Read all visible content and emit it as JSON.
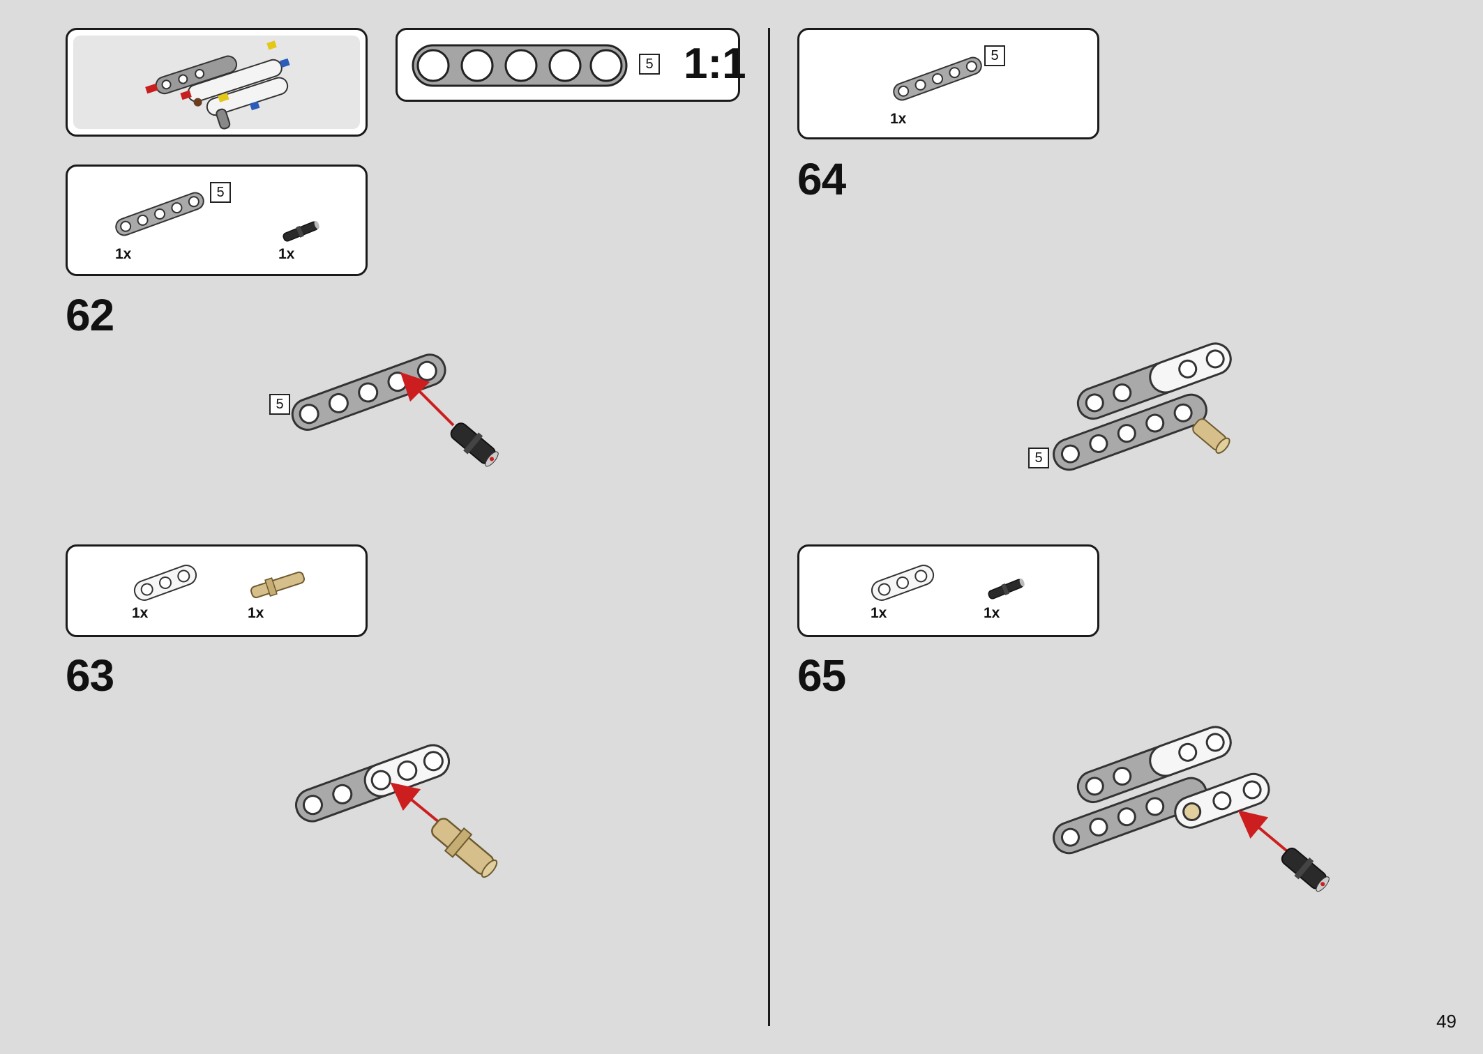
{
  "page_number": "49",
  "scale_label": "1:1",
  "scale_beam_length": "5",
  "steps": [
    {
      "number": "62",
      "parts": [
        {
          "qty": "1x",
          "part": "beam-5",
          "length": "5"
        },
        {
          "qty": "1x",
          "part": "black-pin"
        }
      ],
      "callout_length": "5"
    },
    {
      "number": "63",
      "parts": [
        {
          "qty": "1x",
          "part": "white-beam-3"
        },
        {
          "qty": "1x",
          "part": "tan-axle-pin"
        }
      ]
    },
    {
      "number": "64",
      "parts": [
        {
          "qty": "1x",
          "part": "beam-5",
          "length": "5"
        }
      ],
      "callout_length": "5"
    },
    {
      "number": "65",
      "parts": [
        {
          "qty": "1x",
          "part": "white-beam-3"
        },
        {
          "qty": "1x",
          "part": "black-pin"
        }
      ]
    }
  ],
  "colors": {
    "arrow": "#cc1e1e",
    "beam_gray": "#a9a9a9",
    "tan": "#d6bf8a",
    "background": "#dcdcdc"
  }
}
